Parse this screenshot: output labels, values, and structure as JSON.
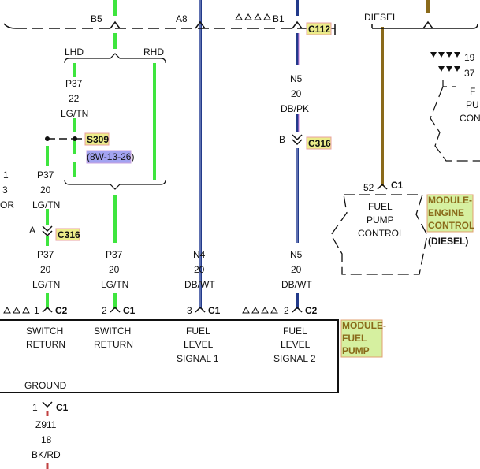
{
  "diesel": "DIESEL",
  "connectors": {
    "b5": "B5",
    "a8": "A8",
    "b1": "B1",
    "b": "B",
    "a": "A",
    "c112": "C112",
    "c316_top": "C316",
    "c316_left": "C316",
    "s309": "S309",
    "ref": "(8W-13-26)",
    "c1": "C1",
    "c2": "C2"
  },
  "lhd": "LHD",
  "rhd": "RHD",
  "wires": {
    "p37_upper": [
      "P37",
      "22",
      "LG/TN"
    ],
    "p37_left": [
      "P37",
      "20",
      "LG/TN"
    ],
    "p37_a": [
      "P37",
      "20",
      "LG/TN"
    ],
    "p37_b": [
      "P37",
      "20",
      "LG/TN"
    ],
    "n4": [
      "N4",
      "20",
      "DB/WT"
    ],
    "n5_top": [
      "N5",
      "20",
      "DB/PK"
    ],
    "n5_bot": [
      "N5",
      "20",
      "DB/WT"
    ],
    "z911": [
      "Z911",
      "18",
      "BK/RD"
    ]
  },
  "edge_left": [
    "1",
    "3",
    "OR"
  ],
  "edge_right": [
    "19",
    "37",
    "F",
    "PU",
    "CON"
  ],
  "fuel_pump_control": [
    "FUEL",
    "PUMP",
    "CONTROL"
  ],
  "engine_module": [
    "MODULE-",
    "ENGINE",
    "CONTROL",
    "(DIESEL)"
  ],
  "pump_module": [
    "MODULE-",
    "FUEL",
    "PUMP"
  ],
  "pins": {
    "p52": "52",
    "p1a": "1",
    "p2a": "2",
    "p3": "3",
    "p2b": "2",
    "p1g": "1"
  },
  "functions": {
    "sw1": [
      "SWITCH",
      "RETURN"
    ],
    "sw2": [
      "SWITCH",
      "RETURN"
    ],
    "fl1": [
      "FUEL",
      "LEVEL",
      "SIGNAL 1"
    ],
    "fl2": [
      "FUEL",
      "LEVEL",
      "SIGNAL 2"
    ],
    "ground": "GROUND"
  },
  "colors": {
    "lg_wire": "#3ee53e",
    "db_wire": "#223a8a",
    "bk_wire": "#111111",
    "diesel_wire": "#8a6a1a",
    "highlight_yellow": "#ecec8a",
    "highlight_purple": "#a3a3f0",
    "highlight_green": "#d6f0a0"
  }
}
